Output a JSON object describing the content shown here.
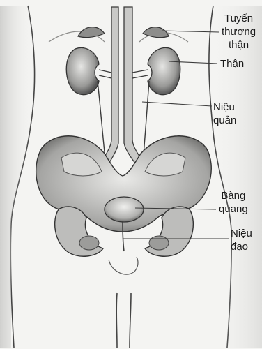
{
  "labels": {
    "adrenal": [
      "Tuyến",
      "thượng",
      "thận"
    ],
    "kidney": [
      "Thận"
    ],
    "ureter": [
      "Niệu",
      "quản"
    ],
    "bladder": [
      "Bàng",
      "quang"
    ],
    "urethra": [
      "Niệu",
      "đạo"
    ]
  },
  "colors": {
    "background": "#f4f4f2",
    "line": "#3a3a3a",
    "text": "#1a1a1a"
  }
}
